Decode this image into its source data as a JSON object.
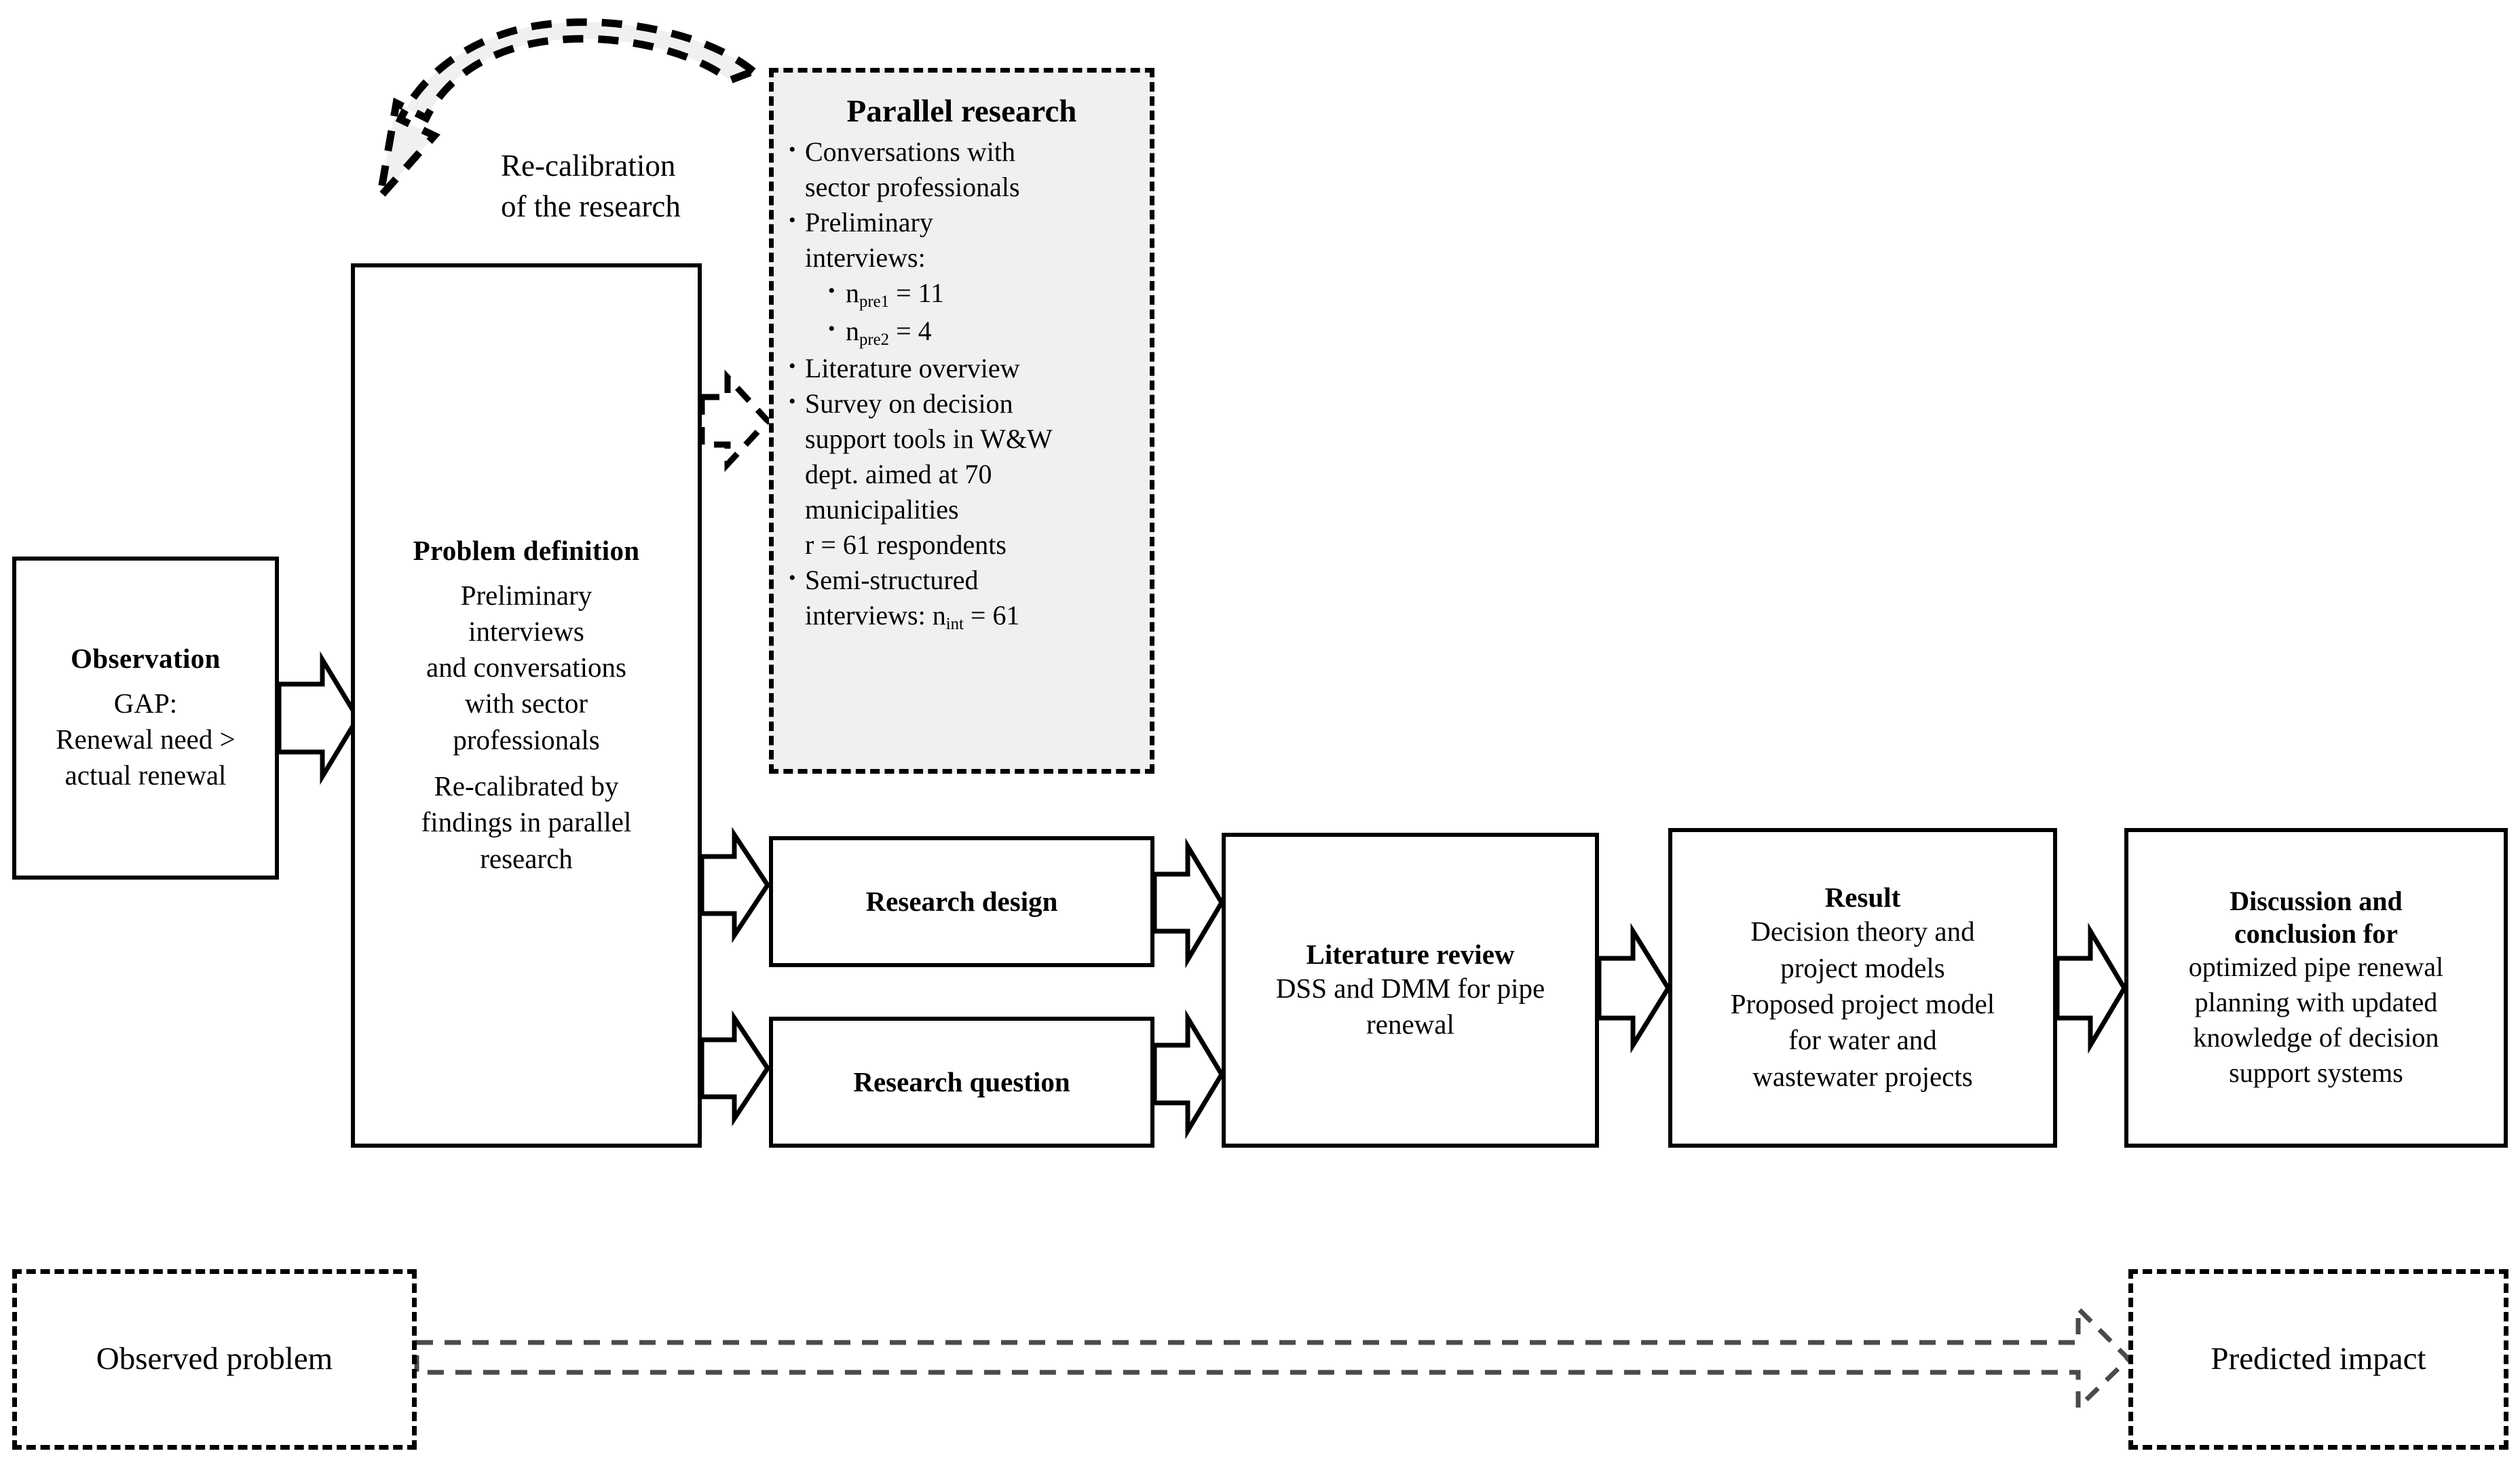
{
  "diagram": {
    "title": "Research methodology flowchart",
    "colors": {
      "stroke": "#000000",
      "background": "#ffffff",
      "shaded_fill": "#f0f0f0",
      "dashed_arrow": "#404040"
    }
  },
  "observation": {
    "title": "Observation",
    "line1": "GAP:",
    "line2": "Renewal need >",
    "line3": "actual renewal"
  },
  "problem_definition": {
    "title": "Problem definition",
    "line1": "Preliminary",
    "line2": "interviews",
    "line3": "and conversations",
    "line4": "with sector",
    "line5": "professionals",
    "line6": "Re-calibrated by",
    "line7": "findings in parallel",
    "line8": "research"
  },
  "recalibration": {
    "line1": "Re-calibration",
    "line2": "of the research"
  },
  "parallel_research": {
    "title": "Parallel research",
    "items": [
      {
        "bullet": "•",
        "text": "Conversations with"
      },
      {
        "bullet": "",
        "text": "sector professionals",
        "cont": true
      },
      {
        "bullet": "•",
        "text": "Preliminary"
      },
      {
        "bullet": "",
        "text": "interviews:",
        "cont": true
      },
      {
        "bullet": "•",
        "text": "n_pre1 = 11",
        "sub": true
      },
      {
        "bullet": "•",
        "text": "n_pre2 = 4",
        "sub": true
      },
      {
        "bullet": "•",
        "text": "Literature overview"
      },
      {
        "bullet": "•",
        "text": "Survey on decision"
      },
      {
        "bullet": "",
        "text": "support tools in W&W",
        "cont": true
      },
      {
        "bullet": "",
        "text": "dept. aimed at 70",
        "cont": true
      },
      {
        "bullet": "",
        "text": "municipalities",
        "cont": true
      },
      {
        "bullet": "",
        "text": "r = 61 respondents",
        "cont": true
      },
      {
        "bullet": "•",
        "text": "Semi-structured"
      },
      {
        "bullet": "",
        "text": "interviews: n_int = 61",
        "cont": true
      }
    ],
    "n_pre1_base": "n",
    "n_pre1_sub": "pre1",
    "n_pre1_val": " = 11",
    "n_pre2_base": "n",
    "n_pre2_sub": "pre2",
    "n_pre2_val": " = 4",
    "n_int_base": "interviews: n",
    "n_int_sub": "int",
    "n_int_val": " = 61",
    "item_conversations": "Conversations with",
    "item_conversations_2": "sector professionals",
    "item_preliminary": "Preliminary",
    "item_preliminary_2": "interviews:",
    "item_literature": "Literature overview",
    "item_survey": "Survey on decision",
    "item_survey_2": "support tools in W&W",
    "item_survey_3": "dept. aimed at 70",
    "item_survey_4": "municipalities",
    "item_survey_5": "r = 61 respondents",
    "item_semi": "Semi-structured"
  },
  "research_design": {
    "title": "Research design"
  },
  "research_question": {
    "title": "Research question"
  },
  "literature_review": {
    "title": "Literature review",
    "line1": "DSS and DMM for pipe",
    "line2": "renewal"
  },
  "result": {
    "title": "Result",
    "line1": "Decision theory and",
    "line2": "project models",
    "line3": "Proposed project model",
    "line4": "for water and",
    "line5": "wastewater projects"
  },
  "discussion": {
    "title_line1": "Discussion and",
    "title_line2": "conclusion for",
    "line1": "optimized pipe renewal",
    "line2": "planning with updated",
    "line3": "knowledge of decision",
    "line4": "support systems"
  },
  "observed_problem": {
    "label": "Observed problem"
  },
  "predicted_impact": {
    "label": "Predicted impact"
  }
}
